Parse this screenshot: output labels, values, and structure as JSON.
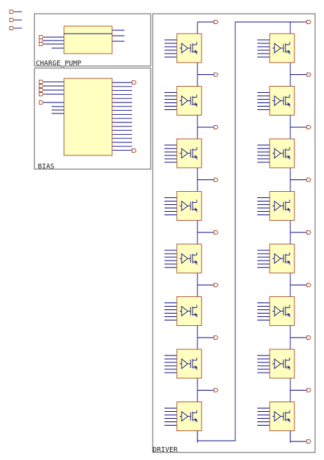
{
  "blocks": {
    "charge_pump": "CHARGE_PUMP",
    "bias": "BIAS",
    "driver": "DRIVER"
  },
  "colors": {
    "frame": "#555555",
    "wire": "#000080",
    "symbol_fill": "#ffffc0",
    "symbol_stroke": "#a04020",
    "port": "#a04020",
    "label": "#222222"
  },
  "icons": [
    "port-flag-icon",
    "transistor-driver-icon"
  ],
  "driver": {
    "columns": 2,
    "cells_per_column": 8
  }
}
